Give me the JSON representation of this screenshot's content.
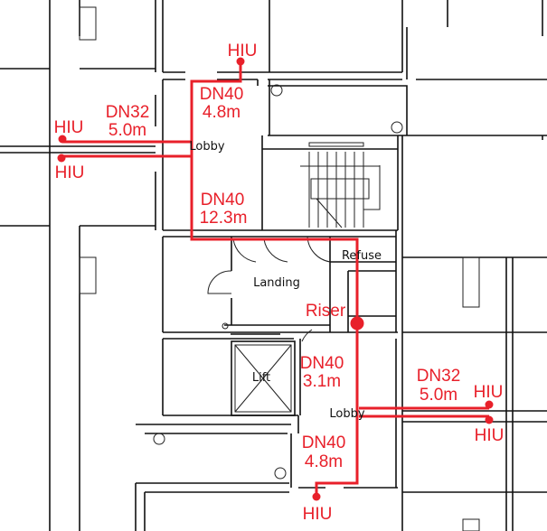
{
  "colors": {
    "pipe": "#e8202a",
    "walls": "#111111"
  },
  "rooms": {
    "lobby_north": "Lobby",
    "lobby_south": "Lobby",
    "landing": "Landing",
    "refuse": "Refuse",
    "lift": "Lift"
  },
  "riser": {
    "label": "Riser"
  },
  "hiu_label": "HIU",
  "segments": {
    "north_vertical": {
      "size": "DN40",
      "length": "4.8m"
    },
    "west_branch": {
      "size": "DN32",
      "length": "5.0m"
    },
    "north_main": {
      "size": "DN40",
      "length": "12.3m"
    },
    "riser_south": {
      "size": "DN40",
      "length": "3.1m"
    },
    "east_branch": {
      "size": "DN32",
      "length": "5.0m"
    },
    "south_vertical": {
      "size": "DN40",
      "length": "4.8m"
    }
  }
}
